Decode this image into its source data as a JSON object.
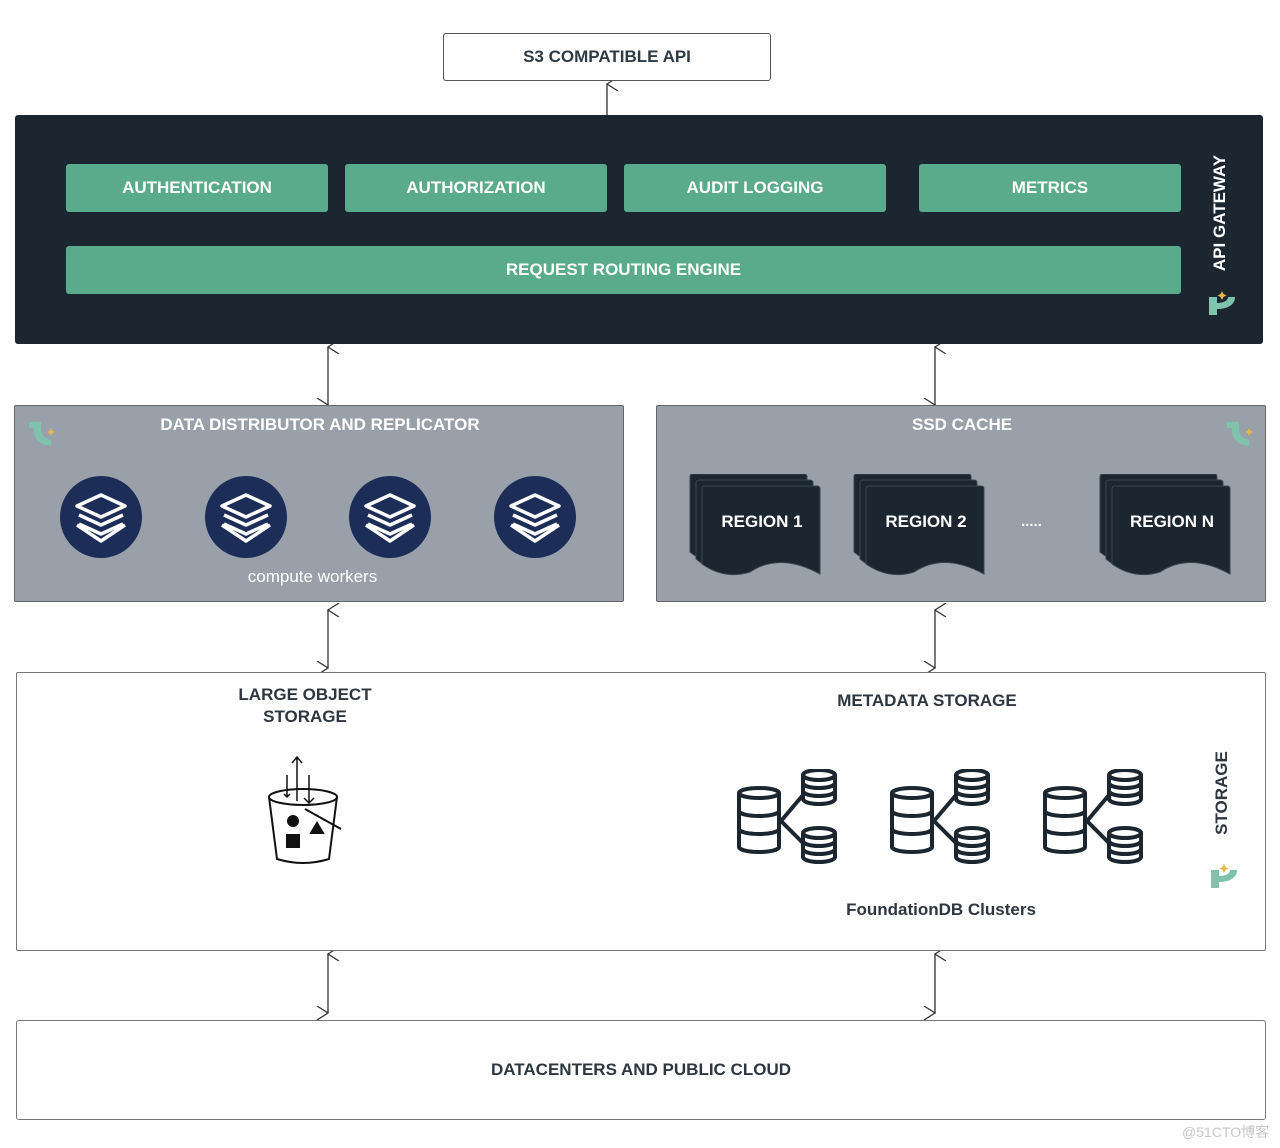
{
  "api": {
    "label": "S3 COMPATIBLE API"
  },
  "gateway": {
    "label": "API GATEWAY",
    "modules": [
      "AUTHENTICATION",
      "AUTHORIZATION",
      "AUDIT LOGGING",
      "METRICS"
    ],
    "routing": "REQUEST ROUTING ENGINE"
  },
  "distributor": {
    "title": "DATA DISTRIBUTOR AND REPLICATOR",
    "caption": "compute workers",
    "worker_count": 4
  },
  "cache": {
    "title": "SSD CACHE",
    "regions": [
      "REGION 1",
      "REGION 2",
      "REGION N"
    ],
    "ellipsis": "....."
  },
  "storage": {
    "label": "STORAGE",
    "large_title": "LARGE OBJECT\nSTORAGE",
    "large_line1": "LARGE OBJECT",
    "large_line2": "STORAGE",
    "meta_title": "METADATA STORAGE",
    "meta_caption": "FoundationDB Clusters"
  },
  "datacenters": {
    "label": "DATACENTERS AND PUBLIC CLOUD"
  },
  "watermark": "@51CTO博客",
  "colors": {
    "dark": "#1b2631",
    "green": "#5aab8b",
    "grey": "#9aa0aa",
    "navy": "#1c2d57"
  }
}
